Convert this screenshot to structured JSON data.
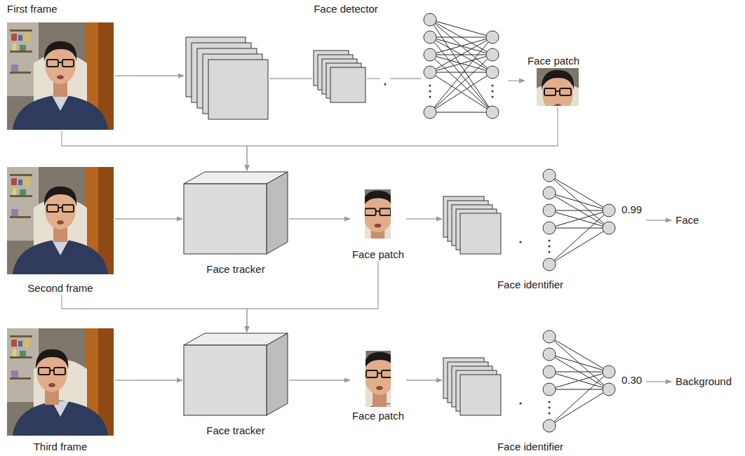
{
  "diagram": {
    "nodes": [
      {
        "text": [
          "First frame"
        ]
      },
      {
        "text": [
          "Face detector"
        ]
      },
      {
        "text": [
          "Face patch"
        ]
      },
      {
        "text": [
          "Second frame"
        ]
      },
      {
        "text": [
          "Face tracker"
        ]
      },
      {
        "text": [
          "Face patch"
        ]
      },
      {
        "text": [
          "Face identifier"
        ]
      },
      {
        "text": [
          "Third frame"
        ]
      },
      {
        "text": [
          "Face tracker"
        ]
      },
      {
        "text": [
          "Face patch"
        ]
      },
      {
        "text": [
          "Face identifier"
        ]
      }
    ],
    "edges": [
      {
        "from": 0,
        "to": 1,
        "arrow": "to"
      },
      {
        "from": 1,
        "to": 2,
        "arrow": "to"
      },
      {
        "from": 0,
        "to": 4,
        "arrow": "to"
      },
      {
        "from": 2,
        "to": 4,
        "arrow": "to"
      },
      {
        "from": 3,
        "to": 4,
        "arrow": "to"
      },
      {
        "from": 4,
        "to": 5,
        "arrow": "to"
      },
      {
        "from": 5,
        "to": 6,
        "arrow": "to"
      },
      {
        "from": 3,
        "to": 8,
        "arrow": "to"
      },
      {
        "from": 5,
        "to": 8,
        "arrow": "to"
      },
      {
        "from": 7,
        "to": 8,
        "arrow": "to"
      },
      {
        "from": 8,
        "to": 9,
        "arrow": "to"
      },
      {
        "from": 9,
        "to": 10,
        "arrow": "to"
      }
    ],
    "labels": [
      "0.99",
      "Face",
      "0.30",
      "Background"
    ]
  }
}
